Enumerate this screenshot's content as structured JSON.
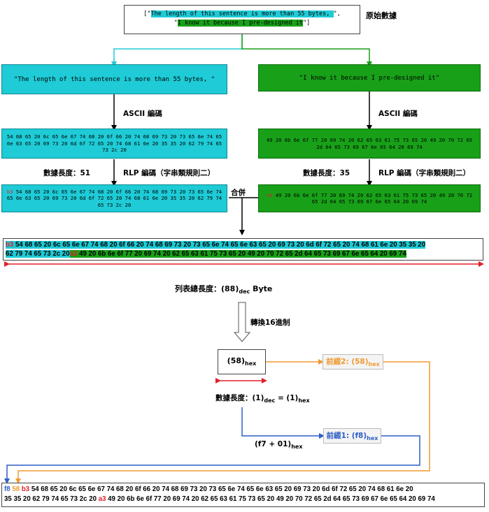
{
  "original": {
    "open": "[\"",
    "s1": "The length of this sentence is more than 55 bytes, ",
    "mid": "\",",
    "q2": "\"",
    "s2": "I know it because I pre-designed it",
    "close": "\"]",
    "label": "原始數據"
  },
  "left": {
    "sentence": "\"The length of this sentence is more than 55 bytes, \"",
    "ascii_label": "ASCII 編碼",
    "ascii_hex": "54 68 65 20 6c 65 6e 67 74 68 20 6f 66 20 74 68 69 73 20 73 65 6e 74 65 6e 63 65 20 69 73 20 6d 6f 72 65 20 74 68 61 6e 20 35 35 20 62 79 74 65 73 2c 20",
    "length_label": "數據長度：51",
    "rlp_label": "RLP 編碼（字串類規則二）",
    "rlp_prefix": "b3",
    "rlp_hex": "54 68 65 20 6c 65 6e 67 74 68 20 6f 66 20 74 68 69 73 20 73 65 6e 74 65 6e 63 65 20 69 73 20 6d 6f 72 65 20 74 68 61 6e 20 35 35 20 62 79 74 65 73 2c 20"
  },
  "right": {
    "sentence": "\"I know it because I pre-designed it\"",
    "ascii_label": "ASCII 編碼",
    "ascii_hex": "49 20 6b 6e 6f 77 20 69 74 20 62 65 63 61 75 73 65 20 49 20 70 72 65 2d 64 65 73 69 67 6e 65 64 20 69 74",
    "length_label": "數據長度：35",
    "rlp_label": "RLP 編碼（字串類規則二）",
    "rlp_prefix": "a3",
    "rlp_hex": "49 20 6b 6e 6f 77 20 69 74 20 62 65 63 61 75 73 65 20 49 20 70 72 65 2d 64 65 73 69 67 6e 65 64 20 69 74"
  },
  "merge_label": "合併",
  "combined": {
    "p1": "b3",
    "h1": "54 68 65 20 6c 65 6e 67 74 68 20 6f 66 20 74 68 69 73 20 73 65 6e 74 65 6e 63 65 20 69 73 20 6d 6f 72 65 20 74 68 61 6e 20 35 35 20",
    "h1b": "62 79 74 65 73 2c 20",
    "p2": "a3",
    "h2": "49 20 6b 6e 6f 77 20 69 74 20 62 65 63 61 75 73 65 20 49 20 70 72 65 2d 64 65 73 69 67 6e 65 64 20 69 74"
  },
  "total": {
    "label": "列表總長度：(88)",
    "sub": "dec",
    "unit": " Byte"
  },
  "convert_label": "轉換16進制",
  "hex58": {
    "value": "(58)",
    "sub": "hex"
  },
  "prefix2": {
    "label": "前綴2: (58)",
    "sub": "hex"
  },
  "length1": {
    "a": "數據長度：(1)",
    "a_sub": "dec",
    "b": " = (1)",
    "b_sub": "hex"
  },
  "calc": {
    "value": "(f7 + 01)",
    "sub": "hex"
  },
  "prefix1": {
    "label": "前綴1: (f8)",
    "sub": "hex"
  },
  "final": {
    "f8": "f8",
    "p58": "58",
    "b3": "b3",
    "line1": "54 68 65 20 6c 65 6e 67 74 68 20 6f 66 20 74 68 69 73 20 73 65 6e 74 65 6e 63 65 20 69 73 20 6d 6f 72 65 20 74 68 61 6e 20",
    "line2a": "35 35 20 62 79 74 65 73 2c 20",
    "a3": "a3",
    "line2b": "49 20 6b 6e 6f 77 20 69 74 20 62 65 63 61 75 73 65 20 49 20 70 72 65 2d 64 65 73 69 67 6e 65 64 20 69 74"
  },
  "colors": {
    "cyan": "#1ecbd6",
    "green": "#18a018",
    "red": "#e0202a",
    "orange": "#f09a30",
    "blue": "#2d5fc8"
  }
}
